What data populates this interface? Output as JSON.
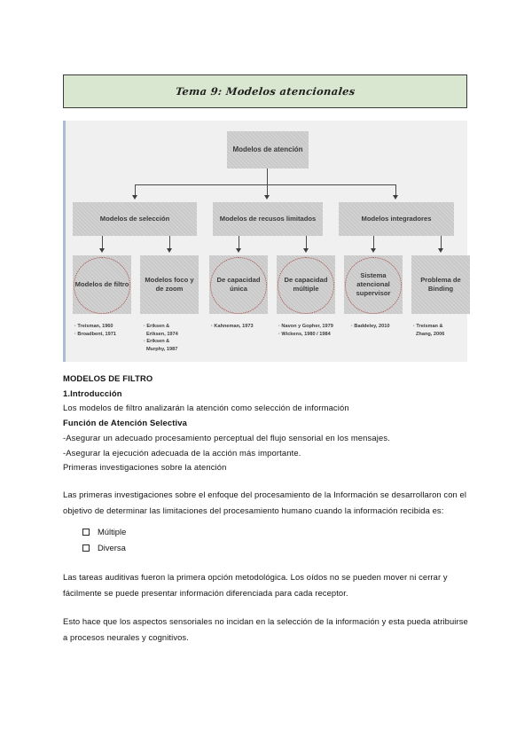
{
  "document": {
    "title_banner": "Tema 9: Modelos atencionales"
  },
  "diagram": {
    "root": "Modelos de atención",
    "row2": [
      "Modelos de selección",
      "Modelos de recusos limitados",
      "Modelos integradores"
    ],
    "row3": [
      "Modelos de filtro",
      "Modelos foco y de zoom",
      "De capacidad única",
      "De capacidad múltiple",
      "Sistema atencional supervisor",
      "Problema de Binding"
    ],
    "citations": [
      [
        "· Treisman, 1960",
        "· Broadbent, 1971"
      ],
      [
        "· Eriksen &",
        "Eriksen, 1974",
        "· Eriksen &",
        "Murphy, 1987"
      ],
      [
        "· Kahneman, 1973"
      ],
      [
        "· Navon y Gopher, 1979",
        "· Wickens, 1980 / 1984"
      ],
      [
        "· Baddeley, 2010"
      ],
      [
        "· Treisman &",
        "Zhang, 2006"
      ]
    ],
    "circle_color": "#a83b38"
  },
  "content": {
    "heading": "MODELOS DE FILTRO",
    "subheading": "1.Introducción",
    "line_intro": "Los modelos de filtro analizarán la atención como selección de información",
    "section_title": "Función de Atención Selectiva",
    "bullet_1": "-Asegurar un adecuado procesamiento perceptual del flujo sensorial en los mensajes.",
    "bullet_2": "-Asegurar la ejecución adecuada de la acción más importante.",
    "line_research": "Primeras investigaciones sobre la atención",
    "paragraph_1": "Las primeras investigaciones sobre el enfoque del procesamiento de la Información se desarrollaron con el objetivo de determinar las limitaciones del procesamiento humano cuando la información recibida es:",
    "checkboxes": [
      "Múltiple",
      "Diversa"
    ],
    "paragraph_2": "Las tareas auditivas fueron la primera opción metodológica. Los oídos no se pueden mover ni cerrar y fácilmente se puede presentar información diferenciada para cada receptor.",
    "paragraph_3": "Esto hace que los aspectos sensoriales no incidan en la selección de la información y esta pueda atribuirse a procesos neurales y cognitivos."
  }
}
